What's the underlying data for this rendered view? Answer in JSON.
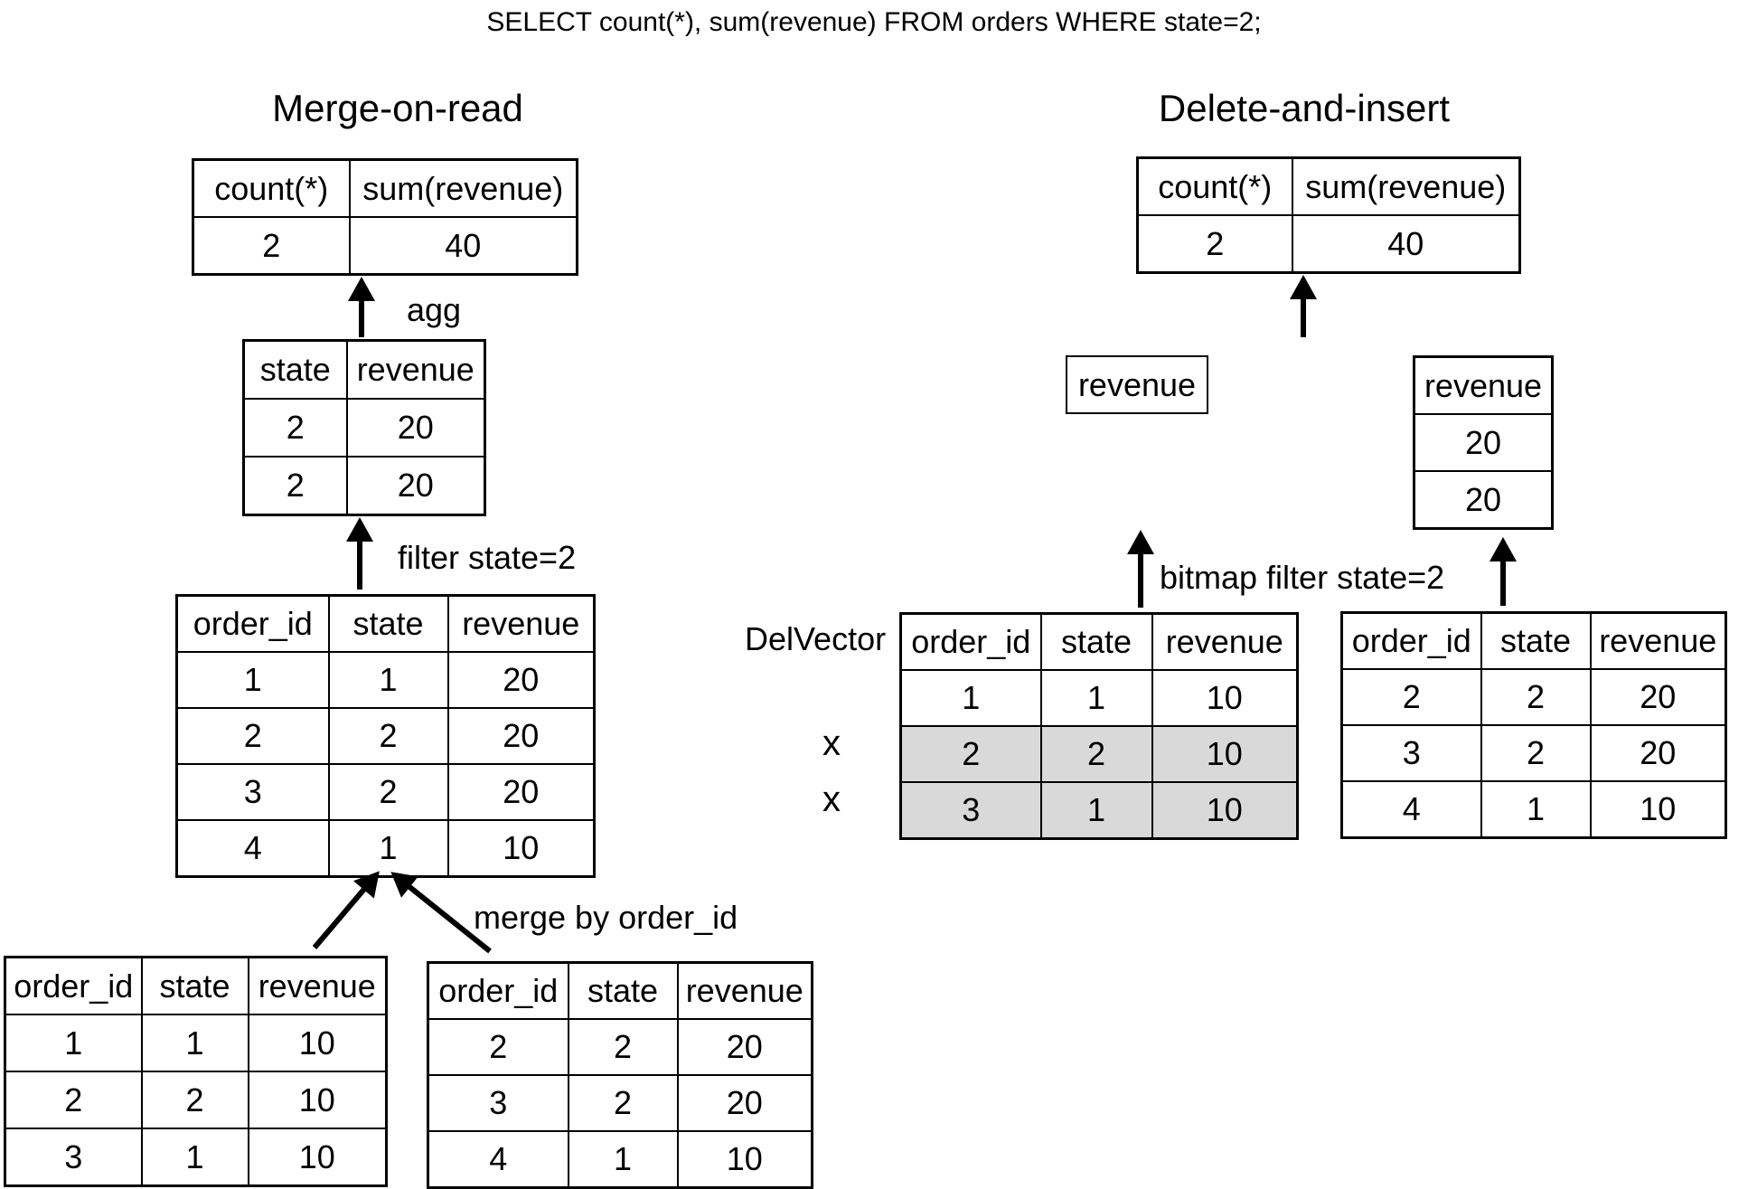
{
  "title": "SELECT count(*), sum(revenue) FROM orders WHERE state=2;",
  "colors": {
    "row_highlight": "#d9d9d9"
  },
  "merge_on_read": {
    "heading": "Merge-on-read",
    "result_table": {
      "headers": [
        "count(*)",
        "sum(revenue)"
      ],
      "rows": [
        [
          "2",
          "40"
        ]
      ]
    },
    "agg_label": "agg",
    "agg_table": {
      "headers": [
        "state",
        "revenue"
      ],
      "rows": [
        [
          "2",
          "20"
        ],
        [
          "2",
          "20"
        ]
      ]
    },
    "filter_label": "filter state=2",
    "merged_table": {
      "headers": [
        "order_id",
        "state",
        "revenue"
      ],
      "rows": [
        [
          "1",
          "1",
          "20"
        ],
        [
          "2",
          "2",
          "20"
        ],
        [
          "3",
          "2",
          "20"
        ],
        [
          "4",
          "1",
          "10"
        ]
      ]
    },
    "merge_label": "merge by order_id",
    "base_table": {
      "headers": [
        "order_id",
        "state",
        "revenue"
      ],
      "rows": [
        [
          "1",
          "1",
          "10"
        ],
        [
          "2",
          "2",
          "10"
        ],
        [
          "3",
          "1",
          "10"
        ]
      ]
    },
    "delta_table": {
      "headers": [
        "order_id",
        "state",
        "revenue"
      ],
      "rows": [
        [
          "2",
          "2",
          "20"
        ],
        [
          "3",
          "2",
          "20"
        ],
        [
          "4",
          "1",
          "10"
        ]
      ]
    }
  },
  "delete_and_insert": {
    "heading": "Delete-and-insert",
    "result_table": {
      "headers": [
        "count(*)",
        "sum(revenue)"
      ],
      "rows": [
        [
          "2",
          "40"
        ]
      ]
    },
    "revenue_box_label": "revenue",
    "revenue_table": {
      "headers": [
        "revenue"
      ],
      "rows": [
        [
          "20"
        ],
        [
          "20"
        ]
      ]
    },
    "bitmap_label": "bitmap filter state=2",
    "delvector_label": "DelVector",
    "deleted_marks": [
      "x",
      "x"
    ],
    "base_table": {
      "headers": [
        "order_id",
        "state",
        "revenue"
      ],
      "rows": [
        [
          "1",
          "1",
          "10"
        ],
        [
          "2",
          "2",
          "10"
        ],
        [
          "3",
          "1",
          "10"
        ]
      ],
      "highlighted_rows": [
        1,
        2
      ]
    },
    "delta_table": {
      "headers": [
        "order_id",
        "state",
        "revenue"
      ],
      "rows": [
        [
          "2",
          "2",
          "20"
        ],
        [
          "3",
          "2",
          "20"
        ],
        [
          "4",
          "1",
          "10"
        ]
      ]
    }
  }
}
